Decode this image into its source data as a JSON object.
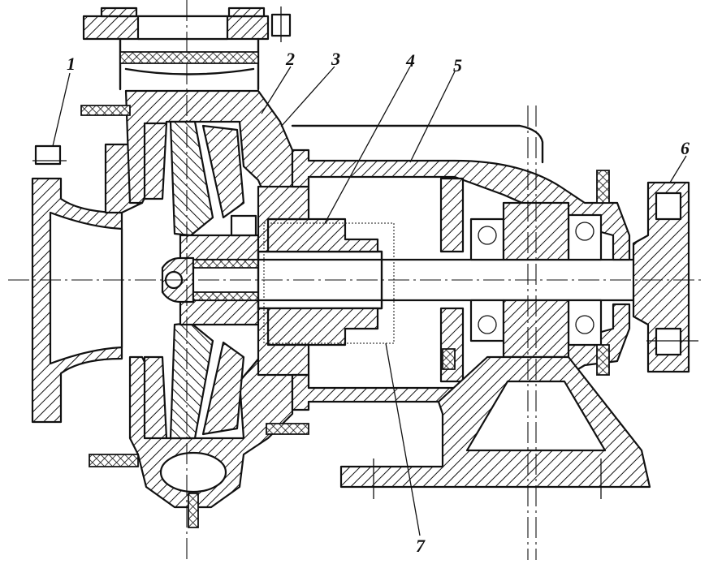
{
  "diagram": {
    "callouts": [
      {
        "id": "c1",
        "text": "1"
      },
      {
        "id": "c2",
        "text": "2"
      },
      {
        "id": "c3",
        "text": "3"
      },
      {
        "id": "c4",
        "text": "4"
      },
      {
        "id": "c5",
        "text": "5"
      },
      {
        "id": "c6",
        "text": "6"
      },
      {
        "id": "c7",
        "text": "7"
      }
    ]
  }
}
